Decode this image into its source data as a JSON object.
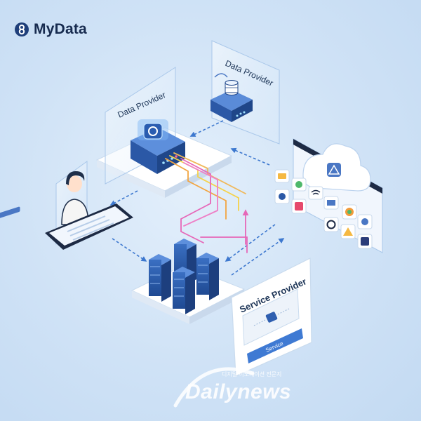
{
  "brand": {
    "name": "MyData",
    "logo_icon": "mydata-logo-icon"
  },
  "diagram": {
    "data_provider_left_label": "Data Provider",
    "data_provider_right_label": "Data Provider",
    "service_provider_label": "Service Provider",
    "service_provider_button": "Service"
  },
  "watermark": {
    "sub": "디지털 이노베이션 전문지",
    "main": "Dailynews"
  },
  "colors": {
    "background": "#cfe3f7",
    "server_blue": "#2f5fb0",
    "flow_orange": "#f2a541",
    "flow_yellow": "#f5d24a",
    "flow_pink": "#e667b8",
    "dashed_arrow": "#3d78cf"
  }
}
